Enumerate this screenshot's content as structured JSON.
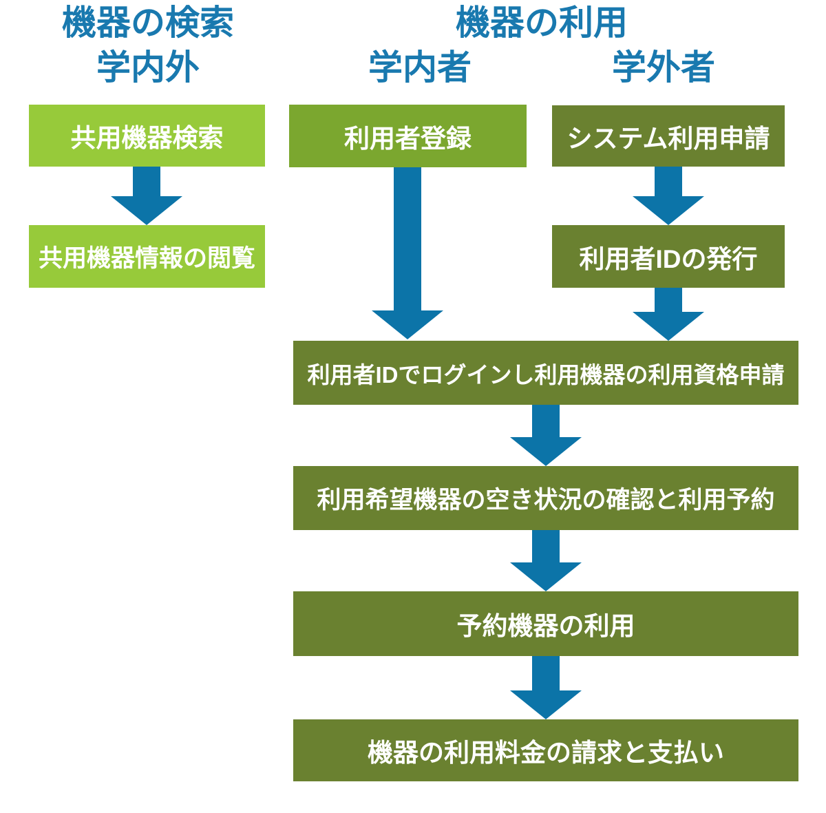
{
  "colors": {
    "header_text": "#1979af",
    "arrow": "#0c74a8",
    "light_green": "#97ca3a",
    "medium_green": "#7ba72f",
    "olive_green": "#6a8130",
    "box_text": "#ffffff",
    "background": "#ffffff"
  },
  "headers": {
    "search_title": "機器の検索",
    "search_subtitle": "学内外",
    "use_title": "機器の利用",
    "internal_label": "学内者",
    "external_label": "学外者"
  },
  "search_flow": {
    "steps": [
      {
        "label": "共用機器検索"
      },
      {
        "label": "共用機器情報の閲覧"
      }
    ]
  },
  "use_flow": {
    "internal_steps": [
      {
        "label": "利用者登録"
      }
    ],
    "external_steps": [
      {
        "label": "システム利用申請"
      },
      {
        "label": "利用者IDの発行"
      }
    ],
    "common_steps": [
      {
        "label": "利用者IDでログインし利用機器の利用資格申請"
      },
      {
        "label": "利用希望機器の空き状況の確認と利用予約"
      },
      {
        "label": "予約機器の利用"
      },
      {
        "label": "機器の利用料金の請求と支払い"
      }
    ]
  }
}
